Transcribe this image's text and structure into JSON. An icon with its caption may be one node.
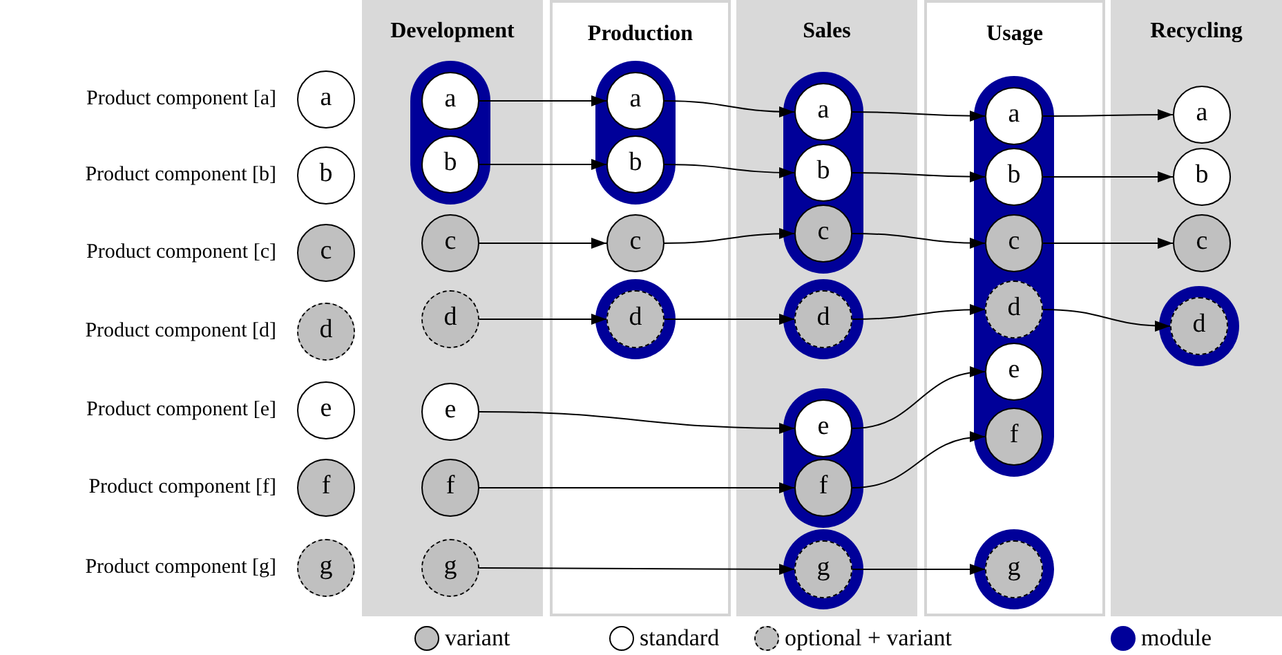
{
  "diagram": {
    "nodes": [
      {
        "text": [
          "Development"
        ]
      },
      {
        "text": [
          "Production"
        ]
      },
      {
        "text": [
          "Sales"
        ]
      },
      {
        "text": [
          "Usage"
        ]
      },
      {
        "text": [
          "Recycling"
        ]
      },
      {
        "text": [
          "a"
        ],
        "beside": [
          "Product component [a]"
        ]
      },
      {
        "text": [
          "b"
        ],
        "beside": [
          "Product component [b]"
        ]
      },
      {
        "text": [
          "c"
        ],
        "beside": [
          "Product component [c]"
        ]
      },
      {
        "text": [
          "d"
        ],
        "beside": [
          "Product component [d]"
        ]
      },
      {
        "text": [
          "e"
        ],
        "beside": [
          "Product component [e]"
        ]
      },
      {
        "text": [
          "f"
        ],
        "beside": [
          "Product component [f]"
        ]
      },
      {
        "text": [
          "g"
        ],
        "beside": [
          "Product component [g]"
        ]
      },
      {
        "text": [],
        "shape": "capsule",
        "in": 0
      },
      {
        "text": [
          "a"
        ],
        "in": 12
      },
      {
        "text": [
          "b"
        ],
        "in": 12
      },
      {
        "text": [
          "c"
        ],
        "in": 0
      },
      {
        "text": [
          "d"
        ],
        "in": 0
      },
      {
        "text": [
          "e"
        ],
        "in": 0
      },
      {
        "text": [
          "f"
        ],
        "in": 0
      },
      {
        "text": [
          "g"
        ],
        "in": 0
      },
      {
        "text": [],
        "shape": "capsule",
        "in": 1
      },
      {
        "text": [
          "a"
        ],
        "in": 20
      },
      {
        "text": [
          "b"
        ],
        "in": 20
      },
      {
        "text": [
          "c"
        ],
        "in": 1
      },
      {
        "text": [],
        "shape": "circle",
        "in": 1
      },
      {
        "text": [
          "d"
        ],
        "in": 24
      },
      {
        "text": [],
        "shape": "capsule",
        "in": 2
      },
      {
        "text": [
          "a"
        ],
        "in": 26
      },
      {
        "text": [
          "b"
        ],
        "in": 26
      },
      {
        "text": [
          "c"
        ],
        "in": 26
      },
      {
        "text": [],
        "shape": "circle",
        "in": 2
      },
      {
        "text": [
          "d"
        ],
        "in": 30
      },
      {
        "text": [],
        "shape": "capsule",
        "in": 2
      },
      {
        "text": [
          "e"
        ],
        "in": 32
      },
      {
        "text": [
          "f"
        ],
        "in": 32
      },
      {
        "text": [],
        "shape": "circle",
        "in": 2
      },
      {
        "text": [
          "g"
        ],
        "in": 35
      },
      {
        "text": [],
        "shape": "capsule",
        "in": 3
      },
      {
        "text": [
          "a"
        ],
        "in": 37
      },
      {
        "text": [
          "b"
        ],
        "in": 37
      },
      {
        "text": [
          "c"
        ],
        "in": 37
      },
      {
        "text": [
          "d"
        ],
        "in": 37
      },
      {
        "text": [
          "e"
        ],
        "in": 37
      },
      {
        "text": [
          "f"
        ],
        "in": 37
      },
      {
        "text": [],
        "shape": "circle",
        "in": 3
      },
      {
        "text": [
          "g"
        ],
        "in": 44
      },
      {
        "text": [
          "a"
        ],
        "in": 4
      },
      {
        "text": [
          "b"
        ],
        "in": 4
      },
      {
        "text": [
          "c"
        ],
        "in": 4
      },
      {
        "text": [],
        "shape": "circle",
        "in": 4
      },
      {
        "text": [
          "d"
        ],
        "in": 49
      }
    ],
    "edges": [
      {
        "from": 13,
        "to": 21,
        "arrow": "to"
      },
      {
        "from": 14,
        "to": 22,
        "arrow": "to"
      },
      {
        "from": 15,
        "to": 23,
        "arrow": "to"
      },
      {
        "from": 16,
        "to": 25,
        "arrow": "to"
      },
      {
        "from": 17,
        "to": 33,
        "arrow": "to"
      },
      {
        "from": 18,
        "to": 34,
        "arrow": "to"
      },
      {
        "from": 19,
        "to": 36,
        "arrow": "to"
      },
      {
        "from": 21,
        "to": 27,
        "arrow": "to"
      },
      {
        "from": 22,
        "to": 28,
        "arrow": "to"
      },
      {
        "from": 23,
        "to": 29,
        "arrow": "to"
      },
      {
        "from": 25,
        "to": 31,
        "arrow": "to"
      },
      {
        "from": 27,
        "to": 38,
        "arrow": "to"
      },
      {
        "from": 28,
        "to": 39,
        "arrow": "to"
      },
      {
        "from": 29,
        "to": 40,
        "arrow": "to"
      },
      {
        "from": 31,
        "to": 41,
        "arrow": "to"
      },
      {
        "from": 33,
        "to": 42,
        "arrow": "to"
      },
      {
        "from": 34,
        "to": 43,
        "arrow": "to"
      },
      {
        "from": 36,
        "to": 45,
        "arrow": "to"
      },
      {
        "from": 38,
        "to": 46,
        "arrow": "to"
      },
      {
        "from": 39,
        "to": 47,
        "arrow": "to"
      },
      {
        "from": 40,
        "to": 48,
        "arrow": "to"
      },
      {
        "from": 41,
        "to": 50,
        "arrow": "to"
      }
    ],
    "legend": [
      {
        "text": "variant",
        "color": "#c0c0c0"
      },
      {
        "text": "standard",
        "color": "#ffffff"
      },
      {
        "text": "optional + variant"
      },
      {
        "text": "module",
        "color": "#000099"
      }
    ]
  }
}
